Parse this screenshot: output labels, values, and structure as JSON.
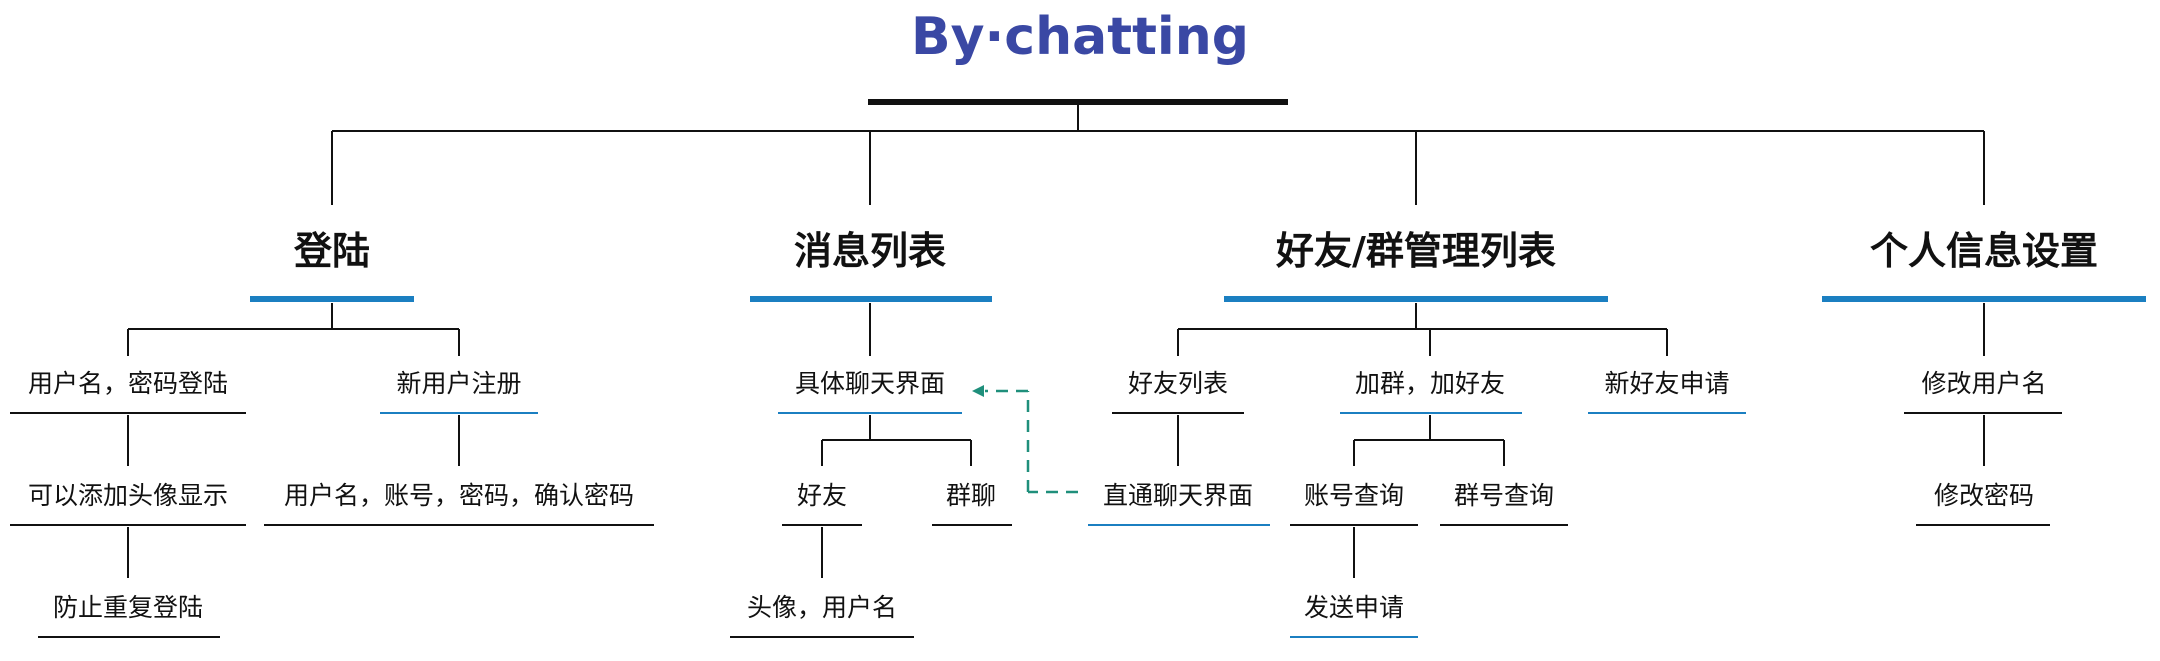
{
  "title": "By·chatting",
  "colors": {
    "title": "#3a48a4",
    "line": "#111111",
    "accent": "#1b7fc1",
    "dashed": "#1f8f7b"
  },
  "categories": [
    {
      "label": "登陆",
      "nodes": [
        {
          "label": "用户名，密码登陆",
          "style": "black"
        },
        {
          "label": "新用户注册",
          "style": "blue"
        },
        {
          "label": "可以添加头像显示",
          "style": "black"
        },
        {
          "label": "用户名，账号，密码，确认密码",
          "style": "black"
        },
        {
          "label": "防止重复登陆",
          "style": "black"
        }
      ]
    },
    {
      "label": "消息列表",
      "nodes": [
        {
          "label": "具体聊天界面",
          "style": "blue"
        },
        {
          "label": "好友",
          "style": "black"
        },
        {
          "label": "群聊",
          "style": "black"
        },
        {
          "label": "头像，用户名",
          "style": "black"
        }
      ]
    },
    {
      "label": "好友/群管理列表",
      "nodes": [
        {
          "label": "好友列表",
          "style": "black"
        },
        {
          "label": "加群，加好友",
          "style": "blue"
        },
        {
          "label": "新好友申请",
          "style": "blue"
        },
        {
          "label": "直通聊天界面",
          "style": "blue"
        },
        {
          "label": "账号查询",
          "style": "black"
        },
        {
          "label": "群号查询",
          "style": "black"
        },
        {
          "label": "发送申请",
          "style": "blue"
        }
      ]
    },
    {
      "label": "个人信息设置",
      "nodes": [
        {
          "label": "修改用户名",
          "style": "black"
        },
        {
          "label": "修改密码",
          "style": "black"
        }
      ]
    }
  ]
}
